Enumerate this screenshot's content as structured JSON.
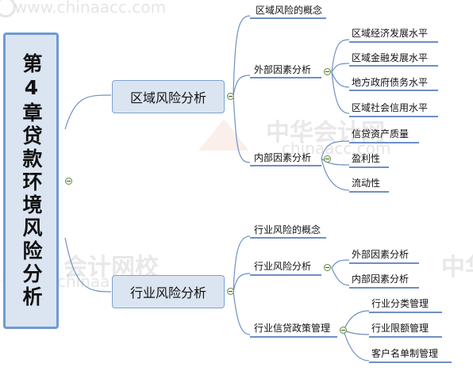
{
  "root": {
    "label": "第4章贷款环境风险分析"
  },
  "watermark": {
    "brand": "中华会计网校",
    "url": "www.chinaacc.com",
    "url_short": "chinaacc.com",
    "brand_part": "会计网校",
    "brand_cut": "中华会计网",
    "brand_tail": "中华",
    "url_cut": "chinaa"
  },
  "branches": [
    {
      "label": "区域风险分析",
      "children": [
        {
          "label": "区域风险的概念"
        },
        {
          "label": "外部因素分析",
          "children": [
            "区域经济发展水平",
            "区域金融发展水平",
            "地方政府债务水平",
            "区域社会信用水平"
          ]
        },
        {
          "label": "内部因素分析",
          "children": [
            "信贷资产质量",
            "盈利性",
            "流动性"
          ]
        }
      ]
    },
    {
      "label": "行业风险分析",
      "children": [
        {
          "label": "行业风险的概念"
        },
        {
          "label": "行业风险分析",
          "children": [
            "外部因素分析",
            "内部因素分析"
          ]
        },
        {
          "label": "行业信贷政策管理",
          "children": [
            "行业分类管理",
            "行业限额管理",
            "客户名单制管理"
          ]
        }
      ]
    }
  ]
}
